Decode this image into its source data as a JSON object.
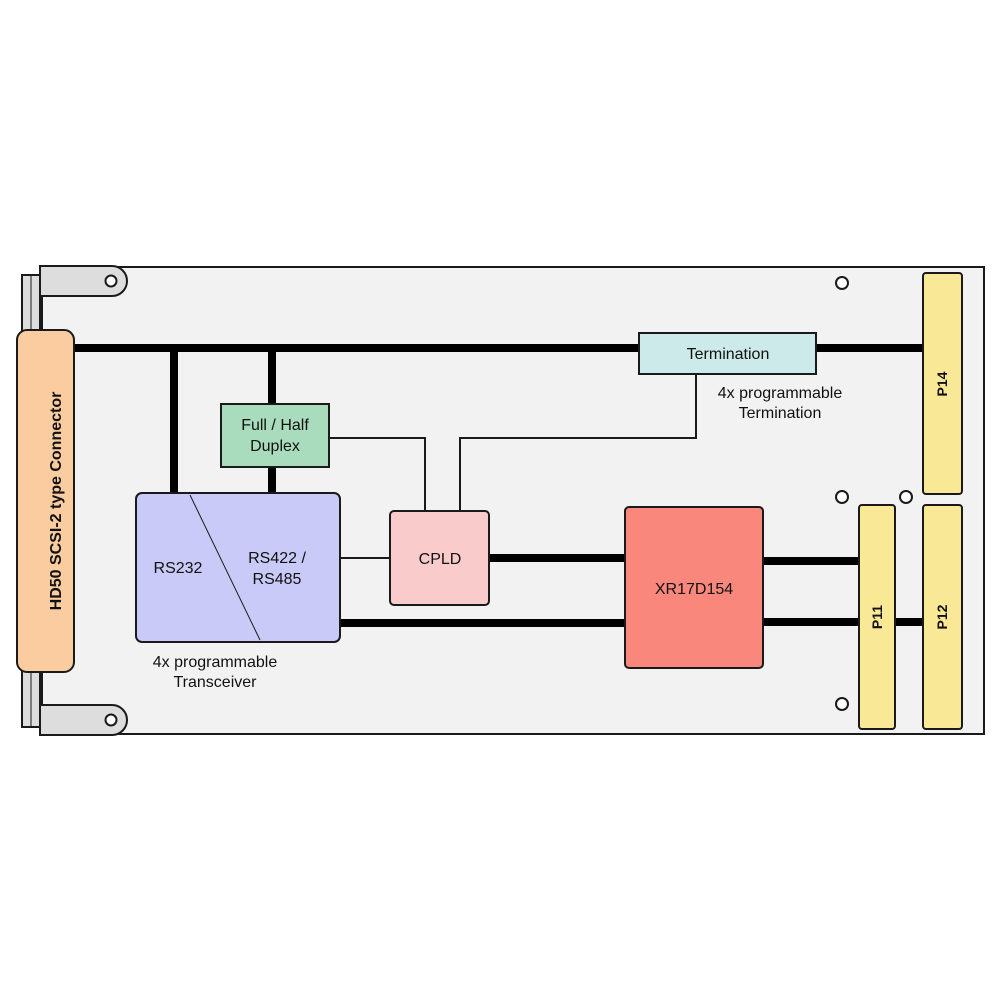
{
  "connector": {
    "label": "HD50 SCSI-2 type Connector"
  },
  "blocks": {
    "termination": {
      "label": "Termination"
    },
    "duplex": {
      "line1": "Full / Half",
      "line2": "Duplex"
    },
    "transceiver": {
      "left_label": "RS232",
      "right_line1": "RS422 /",
      "right_line2": "RS485"
    },
    "cpld": {
      "label": "CPLD"
    },
    "uart": {
      "label": "XR17D154"
    }
  },
  "headers": {
    "p14": "P14",
    "p11": "P11",
    "p12": "P12"
  },
  "annotations": {
    "termination_note": {
      "line1": "4x programmable",
      "line2": "Termination"
    },
    "transceiver_note": {
      "line1": "4x programmable",
      "line2": "Transceiver"
    }
  },
  "colors": {
    "board": "#f2f2f2",
    "connector": "#fbcc9f",
    "termination": "#cdeaea",
    "duplex": "#a8dcbc",
    "transceiver": "#c9caf7",
    "cpld": "#f9cbcb",
    "uart": "#f9877b",
    "header": "#f9e896",
    "outline": "#1a1a1a",
    "bus": "#000000"
  }
}
